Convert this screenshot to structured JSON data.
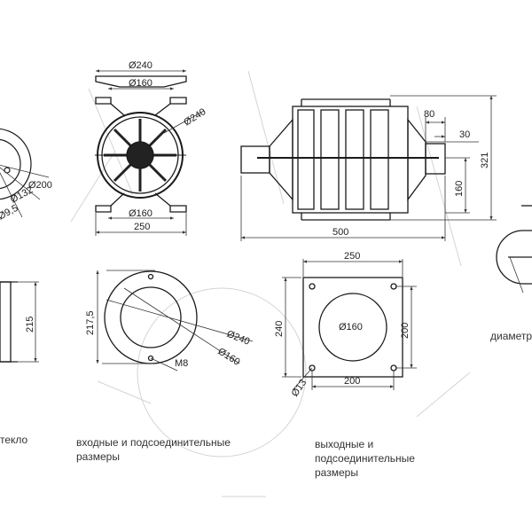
{
  "dims": {
    "left_d200": "Ø200",
    "left_d132": "Ø132",
    "left_d9_5": "Ø9,5",
    "left_h215": "215",
    "front_d240_top": "Ø240",
    "front_d160_top": "Ø160",
    "front_d240_diag": "Ø240",
    "front_d160_bottom": "Ø160",
    "front_w250": "250",
    "side_w500": "500",
    "side_w80": "80",
    "side_w30": "30",
    "side_h160": "160",
    "side_h321": "321",
    "inlet_h217_5": "217,5",
    "inlet_d240": "Ø240",
    "inlet_d160": "Ø160",
    "inlet_m8": "M8",
    "outlet_w250": "250",
    "outlet_h240": "240",
    "outlet_d160": "Ø160",
    "outlet_h200": "200",
    "outlet_w200": "200",
    "outlet_d13": "Ø13"
  },
  "captions": {
    "glass_fragment": "текло",
    "inlet": "входные и подсоединительные\nразмеры",
    "outlet": "выходные и\nподсоединительные\nразмеры",
    "diameter_fragment": "диаметр"
  },
  "colors": {
    "line": "#1a1a1a",
    "dim": "#333333",
    "watermark": "#cfcfcf",
    "fill": "#222222"
  }
}
